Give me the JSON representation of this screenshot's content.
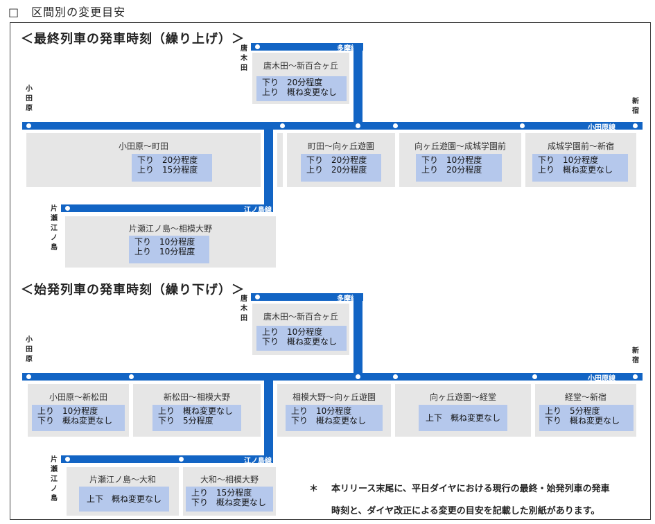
{
  "page_title": "□　区間別の変更目安",
  "colors": {
    "line": "#1264c4",
    "section_bg": "#e6e6e6",
    "change_bg": "#b5c8ec"
  },
  "last": {
    "title": "＜最終列車の発車時刻（繰り上げ）＞",
    "tama_line": "多摩線",
    "odakyu_line": "小田原線",
    "enoshima_line": "江ノ島線",
    "karakida": "唐\n木\n田",
    "odawara": "小\n田\n原",
    "shinjuku": "新\n宿",
    "katase": "片\n瀬\n江\nノ\n島",
    "sections": [
      {
        "name": "唐木田～新百合ヶ丘",
        "change": "下り　20分程度\n上り　概ね変更なし"
      },
      {
        "name": "小田原～町田",
        "change": "下り　20分程度\n上り　15分程度"
      },
      {
        "name": "町田～向ヶ丘遊園",
        "change": "下り　20分程度\n上り　20分程度"
      },
      {
        "name": "向ヶ丘遊園～成城学園前",
        "change": "下り　10分程度\n上り　20分程度"
      },
      {
        "name": "成城学園前～新宿",
        "change": "下り　10分程度\n上り　概ね変更なし"
      },
      {
        "name": "片瀬江ノ島～相模大野",
        "change": "下り　10分程度\n上り　10分程度"
      }
    ]
  },
  "first": {
    "title": "＜始発列車の発車時刻（繰り下げ）＞",
    "tama_line": "多摩線",
    "odakyu_line": "小田原線",
    "enoshima_line": "江ノ島線",
    "karakida": "唐\n木\n田",
    "odawara": "小\n田\n原",
    "shinjuku": "新\n宿",
    "katase": "片\n瀬\n江\nノ\n島",
    "sections": [
      {
        "name": "唐木田～新百合ヶ丘",
        "change": "上り　10分程度\n下り　概ね変更なし"
      },
      {
        "name": "小田原～新松田",
        "change": "上り　10分程度\n下り　概ね変更なし"
      },
      {
        "name": "新松田～相模大野",
        "change": "上り　概ね変更なし\n下り　5分程度"
      },
      {
        "name": "相模大野～向ヶ丘遊園",
        "change": "上り　10分程度\n下り　概ね変更なし"
      },
      {
        "name": "向ヶ丘遊園～経堂",
        "change": "上下　概ね変更なし"
      },
      {
        "name": "経堂～新宿",
        "change": "上り　5分程度\n下り　概ね変更なし"
      },
      {
        "name": "片瀬江ノ島～大和",
        "change": "上下　概ね変更なし"
      },
      {
        "name": "大和～相模大野",
        "change": "上り　15分程度\n下り　概ね変更なし"
      }
    ]
  },
  "note": {
    "mark": "＊",
    "line1": "本リリース末尾に、平日ダイヤにおける現行の最終・始発列車の発車",
    "line2": "時刻と、ダイヤ改正による変更の目安を記載した別紙があります。"
  }
}
